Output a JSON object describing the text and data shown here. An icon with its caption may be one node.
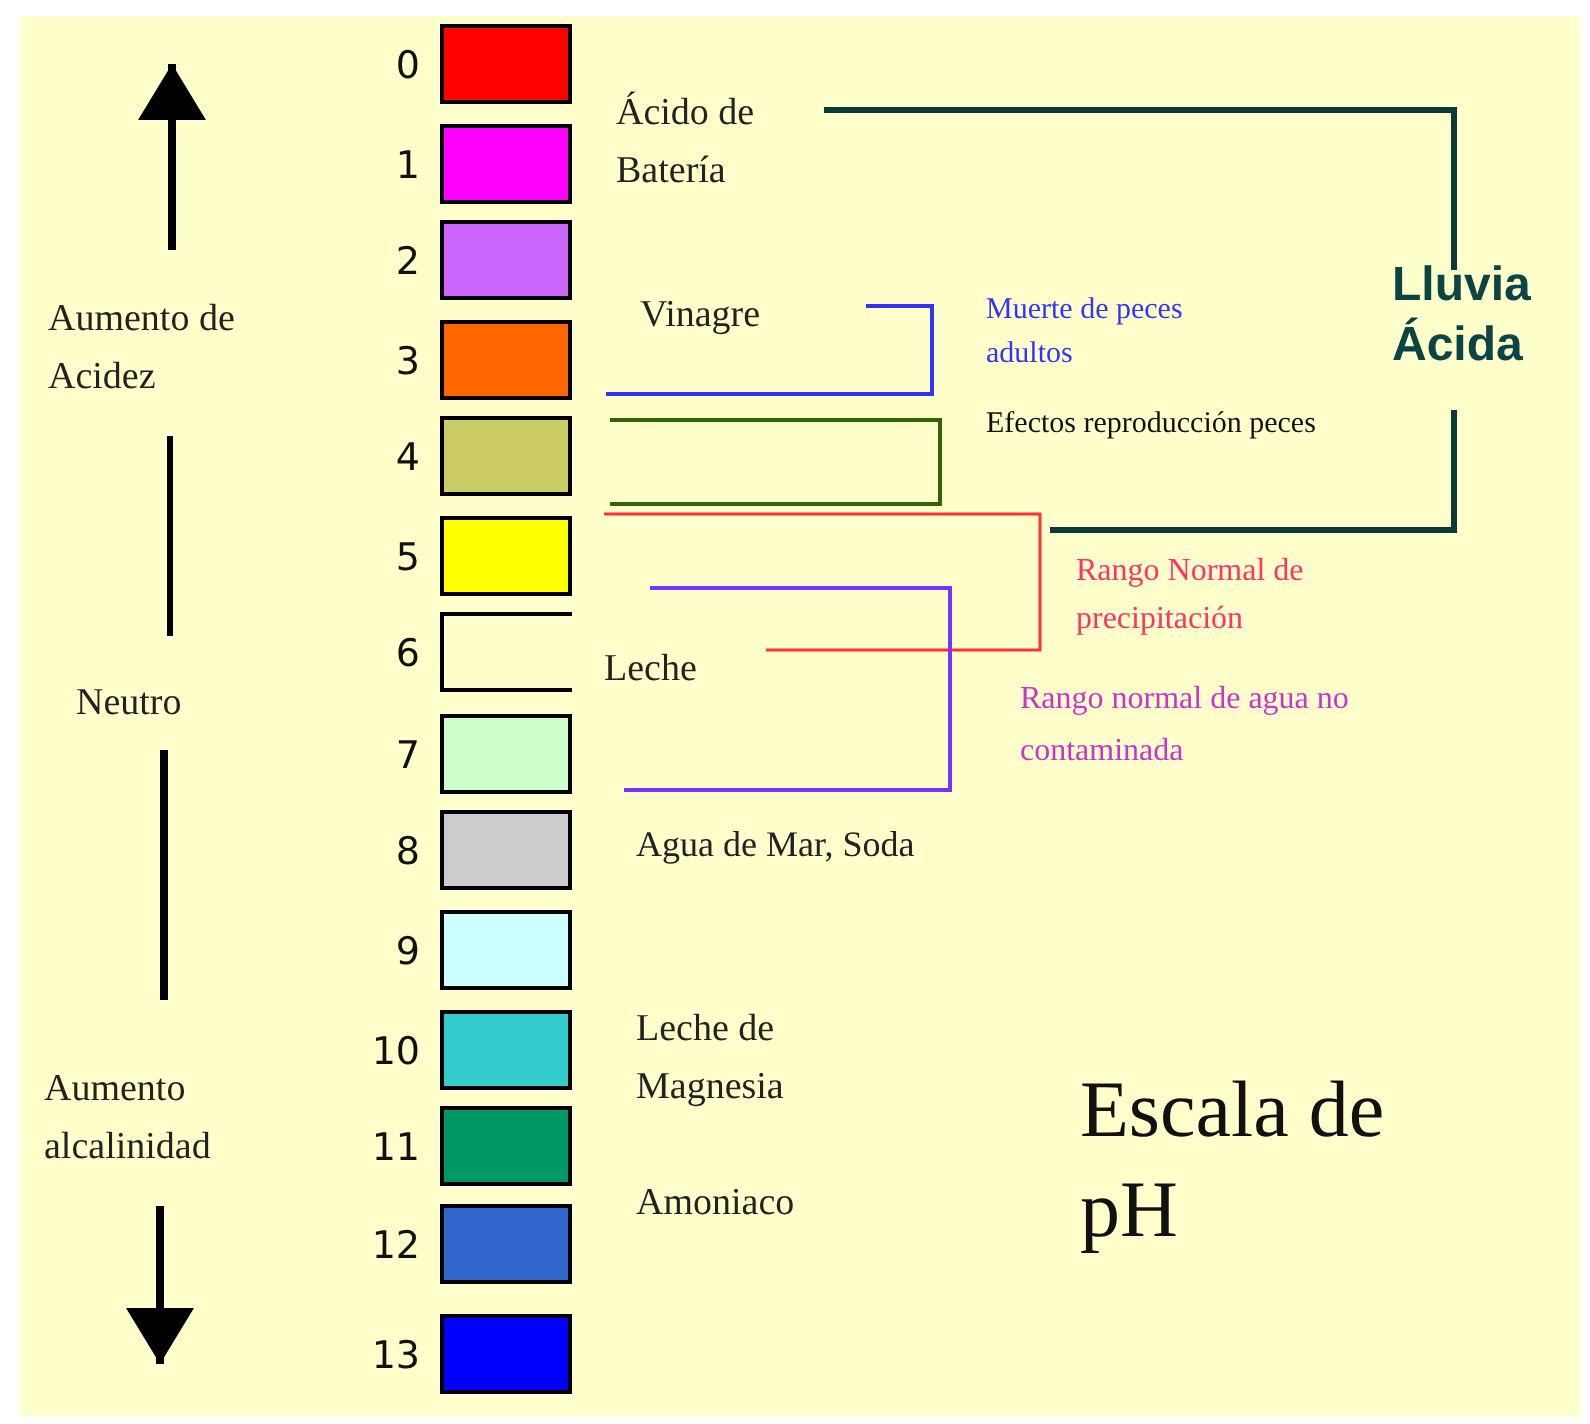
{
  "diagram": {
    "title": "Escala de pH",
    "nodes": [
      {
        "text": [],
        "shape": "box",
        "beside": [
          "0"
        ]
      },
      {
        "text": [],
        "shape": "box",
        "beside": [
          "1"
        ]
      },
      {
        "text": [],
        "shape": "box",
        "beside": [
          "2"
        ]
      },
      {
        "text": [],
        "shape": "box",
        "beside": [
          "3"
        ]
      },
      {
        "text": [],
        "shape": "box",
        "beside": [
          "4"
        ]
      },
      {
        "text": [],
        "shape": "box",
        "beside": [
          "5"
        ]
      },
      {
        "text": [],
        "shape": "box",
        "beside": [
          "6"
        ]
      },
      {
        "text": [],
        "shape": "box",
        "beside": [
          "7"
        ]
      },
      {
        "text": [],
        "shape": "box",
        "beside": [
          "8"
        ]
      },
      {
        "text": [],
        "shape": "box",
        "beside": [
          "9"
        ]
      },
      {
        "text": [],
        "shape": "box",
        "beside": [
          "10"
        ]
      },
      {
        "text": [],
        "shape": "box",
        "beside": [
          "11"
        ]
      },
      {
        "text": [],
        "shape": "box",
        "beside": [
          "12"
        ]
      },
      {
        "text": [],
        "shape": "box",
        "beside": [
          "13"
        ]
      }
    ],
    "labels": [
      "Aumento de Acidez",
      "Ácido de Batería",
      "Lluvia Ácida",
      "Vinagre",
      "Muerte de peces adultos",
      "Efectos reproducción peces",
      "Rango Normal de precipitación",
      "Neutro",
      "Leche",
      "Rango normal de agua no contaminada",
      "Agua de Mar, Soda",
      "Leche de Magnesia",
      "Aumento alcalinidad",
      "Amoniaco"
    ]
  }
}
